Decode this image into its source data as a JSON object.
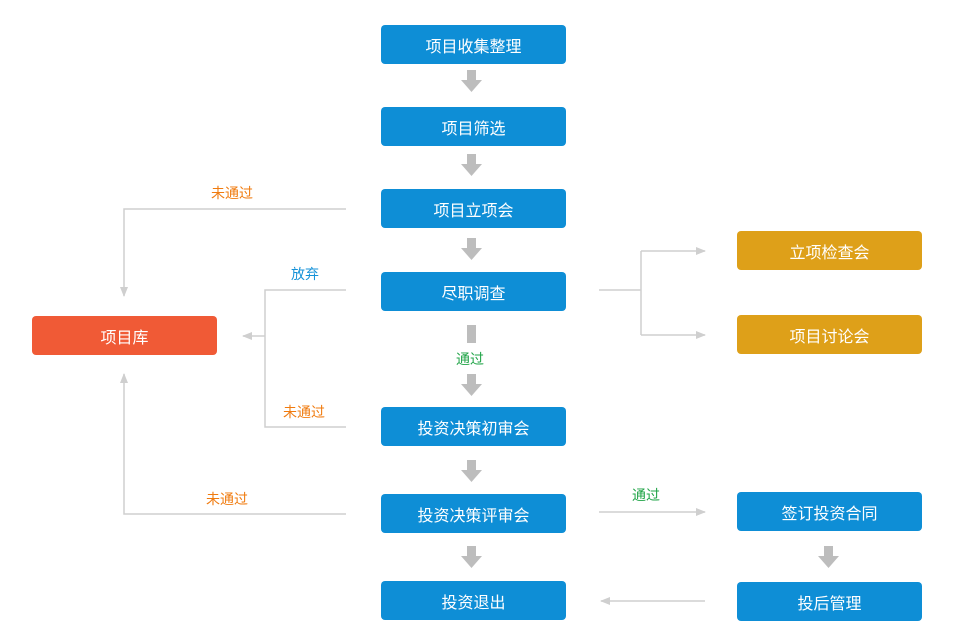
{
  "colors": {
    "node_blue": "#0e8ed6",
    "node_orange": "#f05a36",
    "node_gold": "#dea019",
    "connector": "#cfcfcf",
    "arrow_block": "#bdbdbd",
    "label_orange": "#f07b0f",
    "label_blue": "#1592d8",
    "label_green": "#21a448"
  },
  "nodes": {
    "collect": "项目收集整理",
    "screen": "项目筛选",
    "approval_meeting": "项目立项会",
    "due_diligence": "尽职调查",
    "pre_review": "投资决策初审会",
    "final_review": "投资决策评审会",
    "exit": "投资退出",
    "project_pool": "项目库",
    "inspection_meeting": "立项检查会",
    "discussion_meeting": "项目讨论会",
    "sign_contract": "签订投资合同",
    "post_management": "投后管理"
  },
  "edge_labels": {
    "approval_rejected": "未通过",
    "abandon": "放弃",
    "pre_review_rejected": "未通过",
    "final_review_rejected": "未通过",
    "diligence_passed": "通过",
    "final_review_passed": "通过"
  }
}
